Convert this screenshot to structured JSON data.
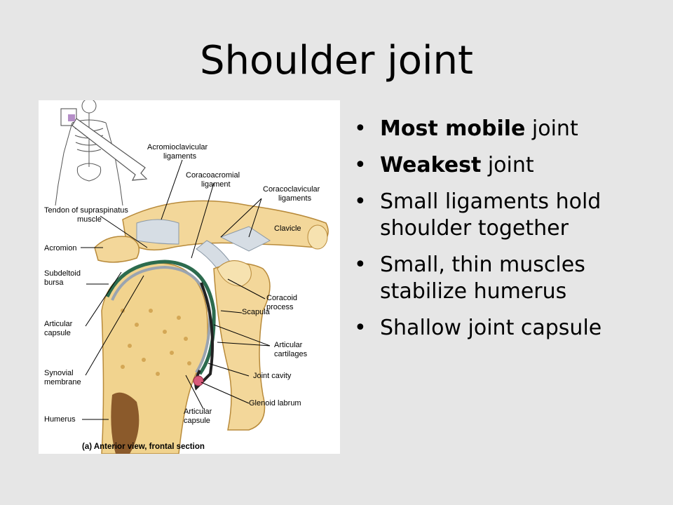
{
  "slide": {
    "title": "Shoulder joint",
    "bullets": [
      {
        "bold": "Most mobile",
        "rest": " joint"
      },
      {
        "bold": "Weakest",
        "rest": " joint"
      },
      {
        "bold": "",
        "rest": "Small ligaments hold shoulder together"
      },
      {
        "bold": "",
        "rest": "Small, thin muscles stabilize humerus"
      },
      {
        "bold": "",
        "rest": "Shallow joint capsule"
      }
    ],
    "bullet_glyph": "•"
  },
  "figure": {
    "labels": {
      "acromioclavicular_1": "Acromioclavicular",
      "acromioclavicular_2": "ligaments",
      "coracoacromial_1": "Coracoacromial",
      "coracoacromial_2": "ligament",
      "coracoclavicular_1": "Coracoclavicular",
      "coracoclavicular_2": "ligaments",
      "supraspinatus_1": "Tendon of supraspinatus",
      "supraspinatus_2": "muscle",
      "clavicle": "Clavicle",
      "acromion": "Acromion",
      "subdeltoid_1": "Subdeltoid",
      "subdeltoid_2": "bursa",
      "coracoid_1": "Coracoid",
      "coracoid_2": "process",
      "articular_capsule_l1": "Articular",
      "articular_capsule_l2": "capsule",
      "scapula": "Scapula",
      "articular_cartilages_1": "Articular",
      "articular_cartilages_2": "cartilages",
      "synovial_1": "Synovial",
      "synovial_2": "membrane",
      "joint_cavity": "Joint cavity",
      "glenoid_labrum": "Glenoid labrum",
      "articular_capsule_b1": "Articular",
      "articular_capsule_b2": "capsule",
      "humerus": "Humerus",
      "caption": "(a) Anterior view, frontal section"
    }
  }
}
